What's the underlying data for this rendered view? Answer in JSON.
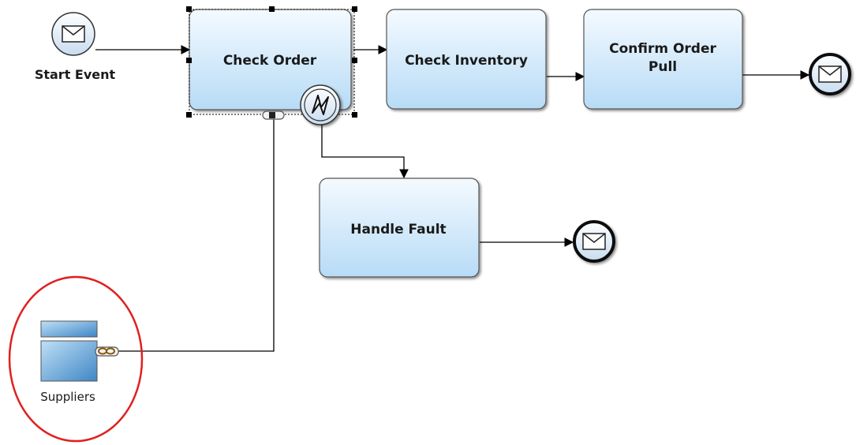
{
  "diagram": {
    "start_event": {
      "label": "Start Event",
      "icon": "envelope-icon"
    },
    "tasks": {
      "check_order": {
        "label": "Check Order",
        "selected": true
      },
      "check_inventory": {
        "label": "Check Inventory"
      },
      "confirm_order": {
        "label_line1": "Confirm Order",
        "label_line2": "Pull"
      },
      "handle_fault": {
        "label": "Handle Fault"
      }
    },
    "boundary_event": {
      "icon": "error-lightning-icon"
    },
    "data_store": {
      "label": "Suppliers",
      "icon": "data-store-icon"
    },
    "end_events": [
      {
        "icon": "envelope-icon"
      },
      {
        "icon": "envelope-icon"
      }
    ],
    "highlight": {
      "shape": "ellipse",
      "color": "#e02020"
    },
    "colors": {
      "task_fill_top": "#ffffff",
      "task_fill_bottom": "#b9dcf6",
      "task_border": "#555555",
      "event_fill": "#e8f1fb"
    }
  }
}
